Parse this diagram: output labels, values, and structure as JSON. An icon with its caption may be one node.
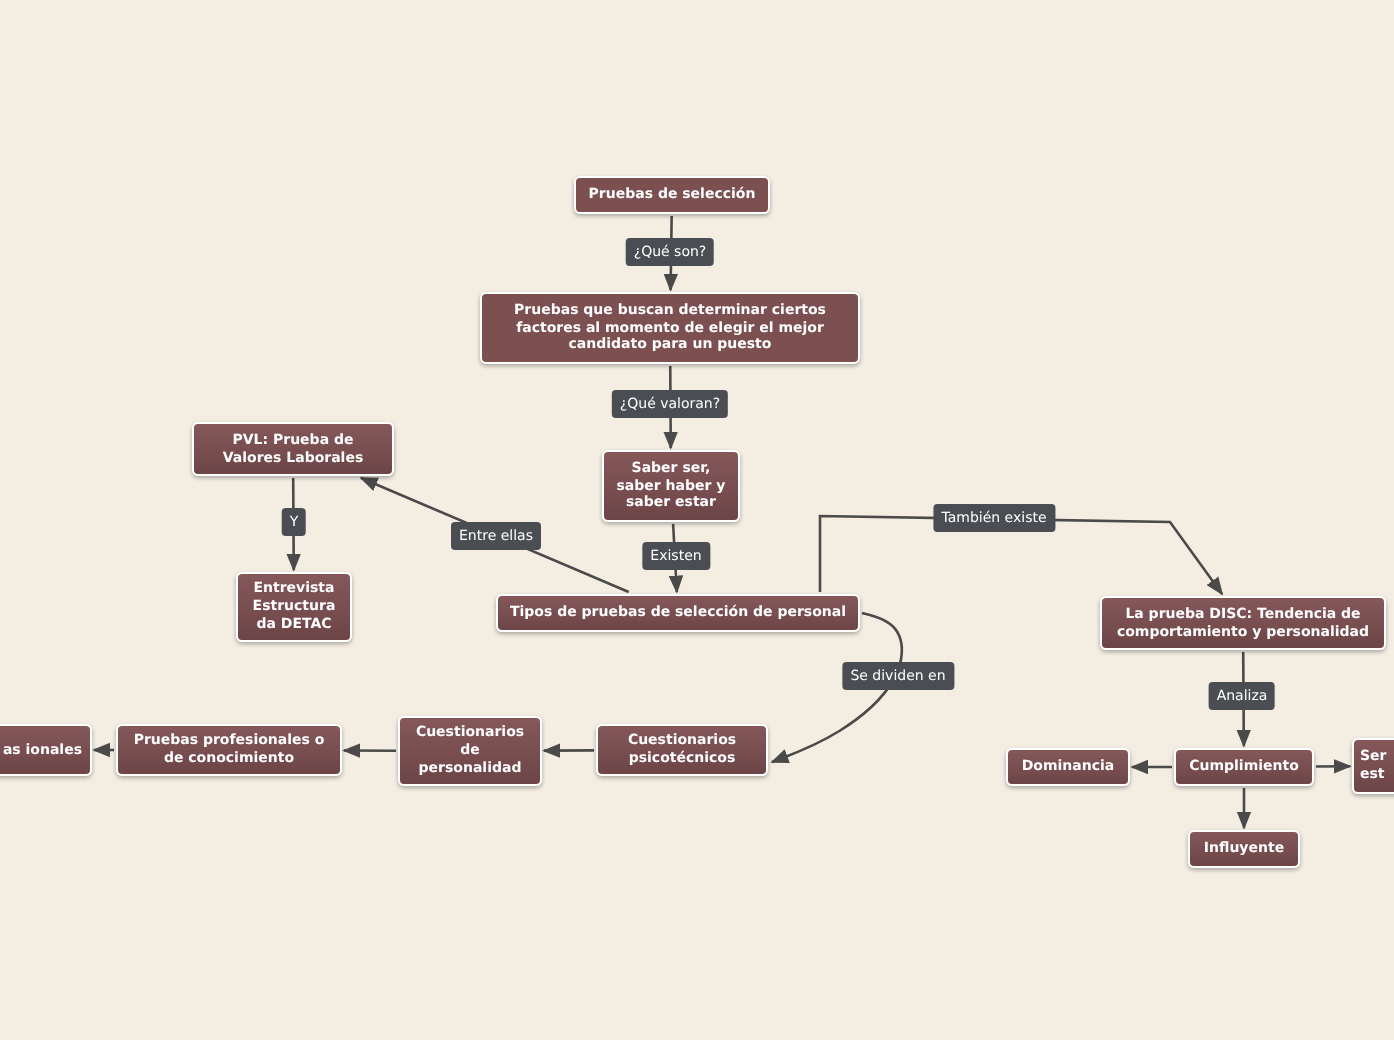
{
  "diagram": {
    "nodes": [
      {
        "text": [
          "Pruebas de selección"
        ]
      },
      {
        "text": [
          "Pruebas que buscan determinar ciertos factores al momento de elegir el mejor candidato para un puesto"
        ]
      },
      {
        "text": [
          "Saber ser, saber haber y saber estar"
        ]
      },
      {
        "text": [
          "Tipos de pruebas de selección de personal"
        ]
      },
      {
        "text": [
          "PVL: Prueba de Valores Laborales"
        ]
      },
      {
        "text": [
          "Entrevista Estructura da DETAC"
        ]
      },
      {
        "text": [
          "La prueba DISC: Tendencia de comportamiento y personalidad"
        ]
      },
      {
        "text": [
          "Cuestionarios psicotécnicos"
        ]
      },
      {
        "text": [
          "Cuestionarios de personalidad"
        ]
      },
      {
        "text": [
          "Pruebas profesionales o de conocimiento"
        ]
      },
      {
        "text": [
          "as ionales"
        ]
      },
      {
        "text": [
          "Cumplimiento"
        ]
      },
      {
        "text": [
          "Dominancia"
        ]
      },
      {
        "text": [
          "Ser est"
        ]
      },
      {
        "text": [
          "Influyente"
        ]
      }
    ],
    "edges": [
      {
        "from": 0,
        "to": 1,
        "arrow": "to",
        "label": "¿Qué son?"
      },
      {
        "from": 1,
        "to": 2,
        "arrow": "to",
        "label": "¿Qué valoran?"
      },
      {
        "from": 2,
        "to": 3,
        "arrow": "to",
        "label": "Existen"
      },
      {
        "from": 3,
        "to": 4,
        "arrow": "to",
        "label": "Entre ellas"
      },
      {
        "from": 4,
        "to": 5,
        "arrow": "to",
        "label": "Y"
      },
      {
        "from": 3,
        "to": 6,
        "arrow": "to",
        "label": "También existe"
      },
      {
        "from": 3,
        "to": 7,
        "arrow": "to",
        "label": "Se dividen en"
      },
      {
        "from": 7,
        "to": 8,
        "arrow": "to"
      },
      {
        "from": 8,
        "to": 9,
        "arrow": "to"
      },
      {
        "from": 9,
        "to": 10,
        "arrow": "to"
      },
      {
        "from": 6,
        "to": 11,
        "arrow": "to",
        "label": "Analiza"
      },
      {
        "from": 11,
        "to": 12,
        "arrow": "to"
      },
      {
        "from": 11,
        "to": 13,
        "arrow": "to"
      },
      {
        "from": 11,
        "to": 14,
        "arrow": "to"
      }
    ]
  }
}
